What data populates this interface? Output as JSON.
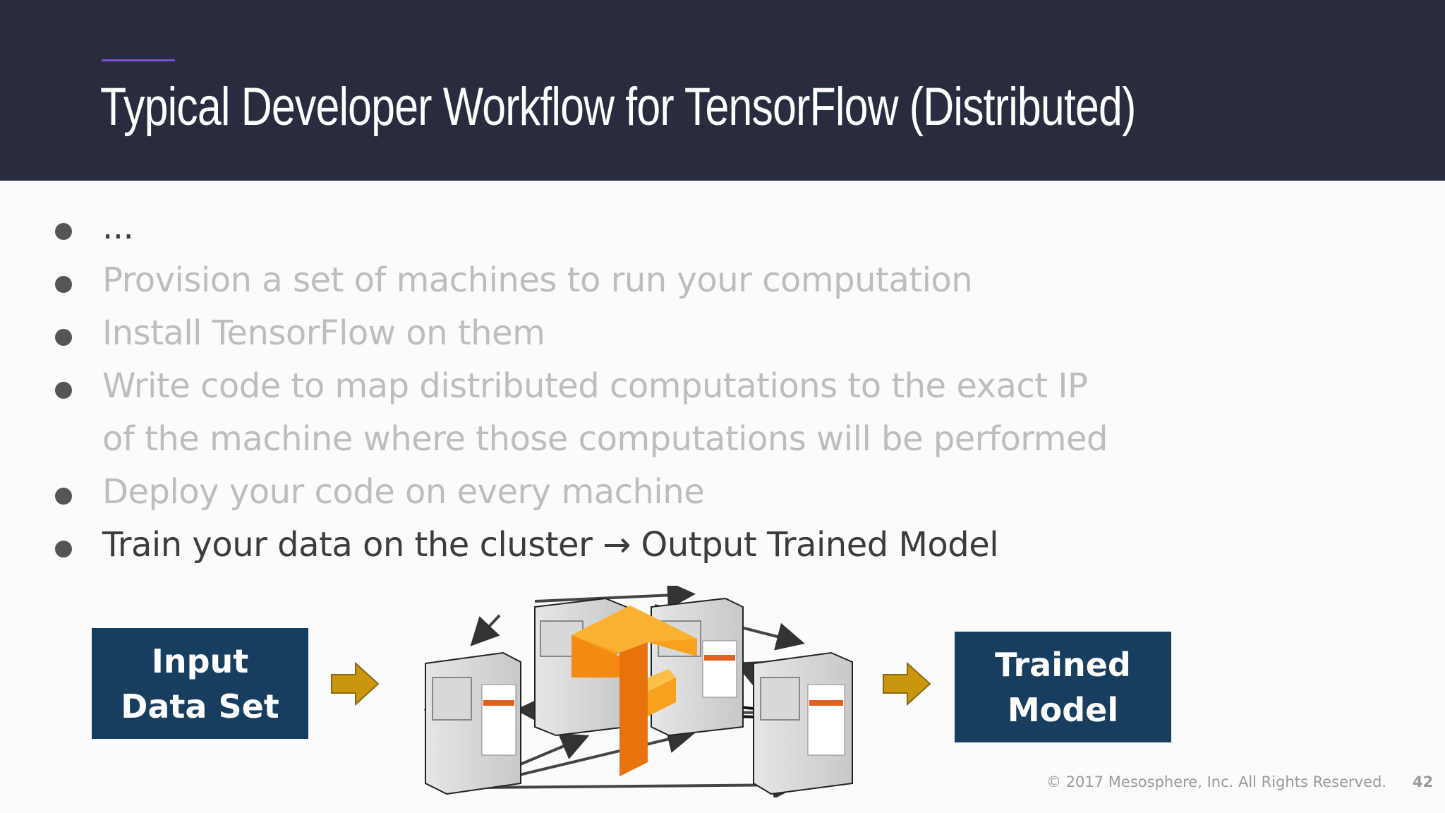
{
  "slide": {
    "title": "Typical Developer Workflow for TensorFlow (Distributed)",
    "bullets": [
      {
        "text": "...",
        "state": "active"
      },
      {
        "text": "Provision a set of machines to run your computation",
        "state": "dimmed"
      },
      {
        "text": "Install TensorFlow on them",
        "state": "dimmed"
      },
      {
        "text": "Write code to map distributed computations to the exact IP",
        "state": "dimmed"
      },
      {
        "text": "of the machine where those computations will be performed",
        "state": "dimmed",
        "continuation": true
      },
      {
        "text": "Deploy your code on every machine",
        "state": "dimmed"
      },
      {
        "text": "Train your data on the cluster → Output Trained Model",
        "state": "active"
      }
    ]
  },
  "diagram": {
    "input_box": {
      "line1": "Input",
      "line2": "Data Set"
    },
    "output_box": {
      "line1": "Trained",
      "line2": "Model"
    },
    "arrow_icon": "right-arrow-icon",
    "cluster_icon": "server-cluster-icon",
    "logo_icon": "tensorflow-logo-icon"
  },
  "footer": {
    "copyright": "© 2017 Mesosphere, Inc. All Rights Reserved.",
    "page_number": "42"
  },
  "colors": {
    "header_bg": "#282c3e",
    "accent": "#7b4fd0",
    "box_bg": "#173e5e",
    "arrow_fill": "#c9960e",
    "tf_orange": "#f79a1e"
  }
}
